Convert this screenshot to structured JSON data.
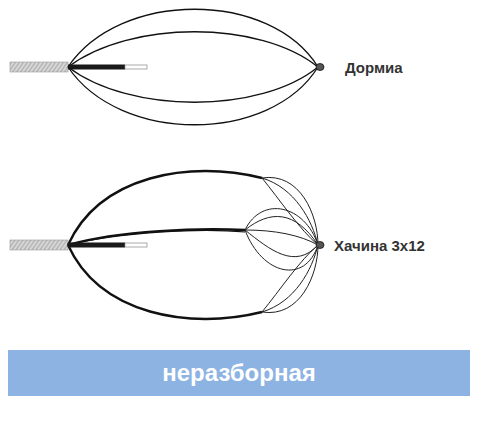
{
  "diagram": {
    "nodes": [
      {
        "text": [
          "неразборная"
        ]
      }
    ],
    "labels": [
      "Дормиа",
      "Хачина 3x12"
    ]
  }
}
